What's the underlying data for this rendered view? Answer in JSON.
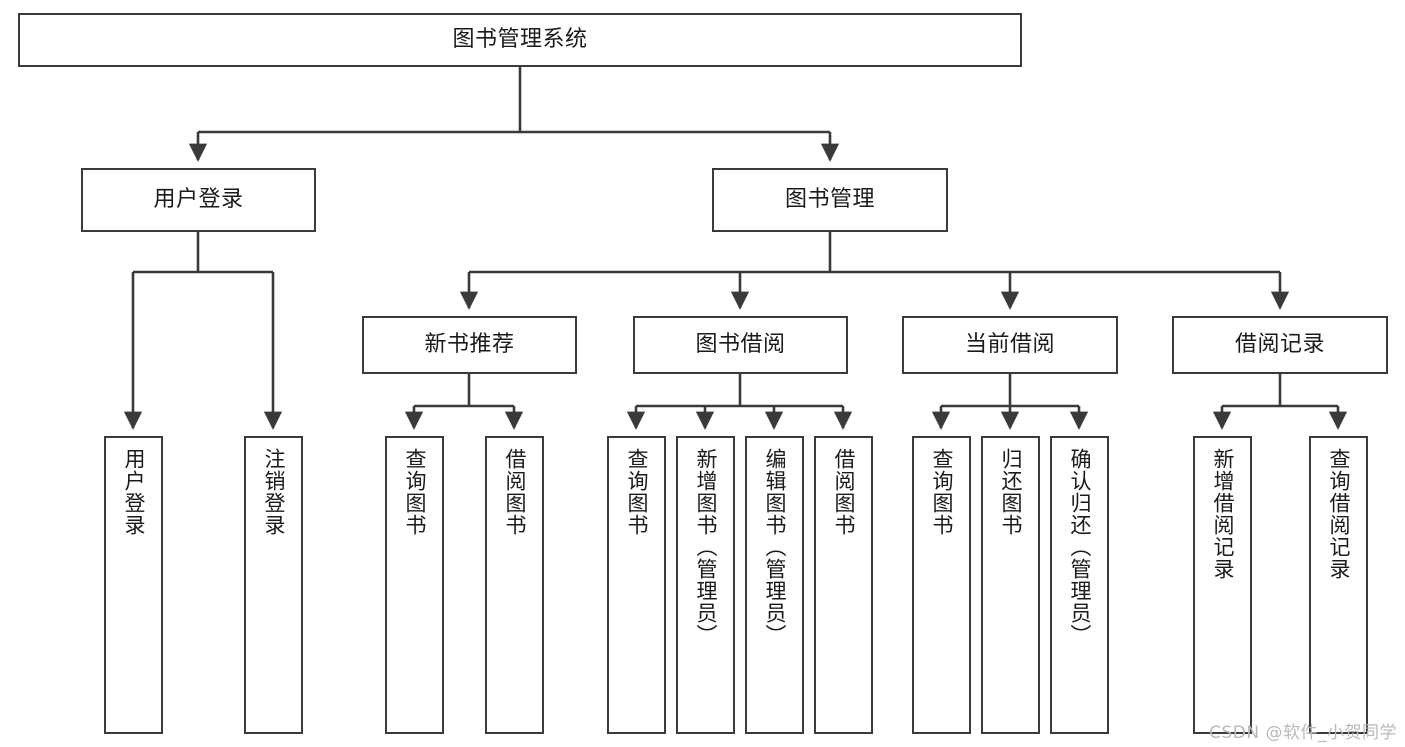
{
  "diagram": {
    "type": "tree-hierarchy-chart",
    "title": "图书管理系统",
    "stroke_color": "#3a3a3a",
    "background_color": "#ffffff",
    "text_color": "#1b1b1b",
    "levels": {
      "root": {
        "label": "图书管理系统"
      },
      "level2": [
        {
          "id": "user-login",
          "label": "用户登录"
        },
        {
          "id": "book-management",
          "label": "图书管理"
        }
      ],
      "level3": [
        {
          "id": "new-book-recommend",
          "label": "新书推荐",
          "parent": "book-management"
        },
        {
          "id": "book-borrow",
          "label": "图书借阅",
          "parent": "book-management"
        },
        {
          "id": "current-borrow",
          "label": "当前借阅",
          "parent": "book-management"
        },
        {
          "id": "borrow-record",
          "label": "借阅记录",
          "parent": "book-management"
        }
      ],
      "leaves": {
        "user_login": [
          {
            "id": "leaf-user-login",
            "label": "用户登录"
          },
          {
            "id": "leaf-logout-login",
            "label": "注销登录"
          }
        ],
        "new_book_recommend": [
          {
            "id": "leaf-query-book-1",
            "label": "查询图书"
          },
          {
            "id": "leaf-borrow-book-1",
            "label": "借阅图书"
          }
        ],
        "book_borrow": [
          {
            "id": "leaf-query-book-2",
            "label": "查询图书"
          },
          {
            "id": "leaf-add-book",
            "label": "新增图书（管理员）"
          },
          {
            "id": "leaf-edit-book",
            "label": "编辑图书（管理员）"
          },
          {
            "id": "leaf-borrow-book-2",
            "label": "借阅图书"
          }
        ],
        "current_borrow": [
          {
            "id": "leaf-query-book-3",
            "label": "查询图书"
          },
          {
            "id": "leaf-return-book",
            "label": "归还图书"
          },
          {
            "id": "leaf-confirm-return",
            "label": "确认归还（管理员）"
          }
        ],
        "borrow_record": [
          {
            "id": "leaf-add-record",
            "label": "新增借阅记录"
          },
          {
            "id": "leaf-query-record",
            "label": "查询借阅记录"
          }
        ]
      }
    }
  },
  "watermark": {
    "text": "CSDN @软件_小贺同学"
  }
}
